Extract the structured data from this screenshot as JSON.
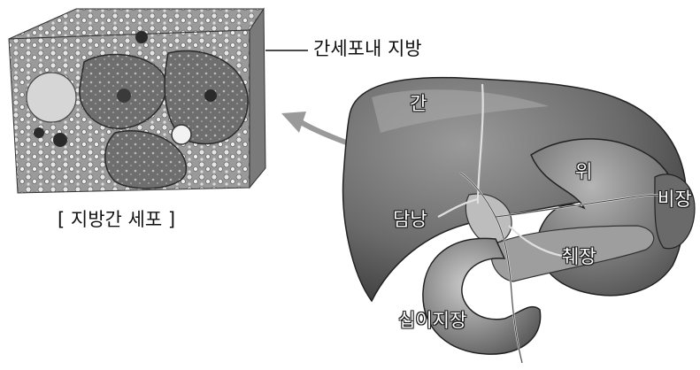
{
  "labels": {
    "callout": "간세포내 지방",
    "caption": "[ 지방간 세포 ]",
    "liver": "간",
    "stomach": "위",
    "spleen": "비장",
    "gallbladder": "담낭",
    "pancreas": "췌장",
    "duodenum": "십이지장"
  },
  "colors": {
    "organ_dark": "#3a3a3a",
    "organ_mid": "#7a7a7a",
    "organ_light": "#bdbdbd",
    "cell_bg": "#8c8c8c",
    "arrow": "#9a9a9a"
  }
}
